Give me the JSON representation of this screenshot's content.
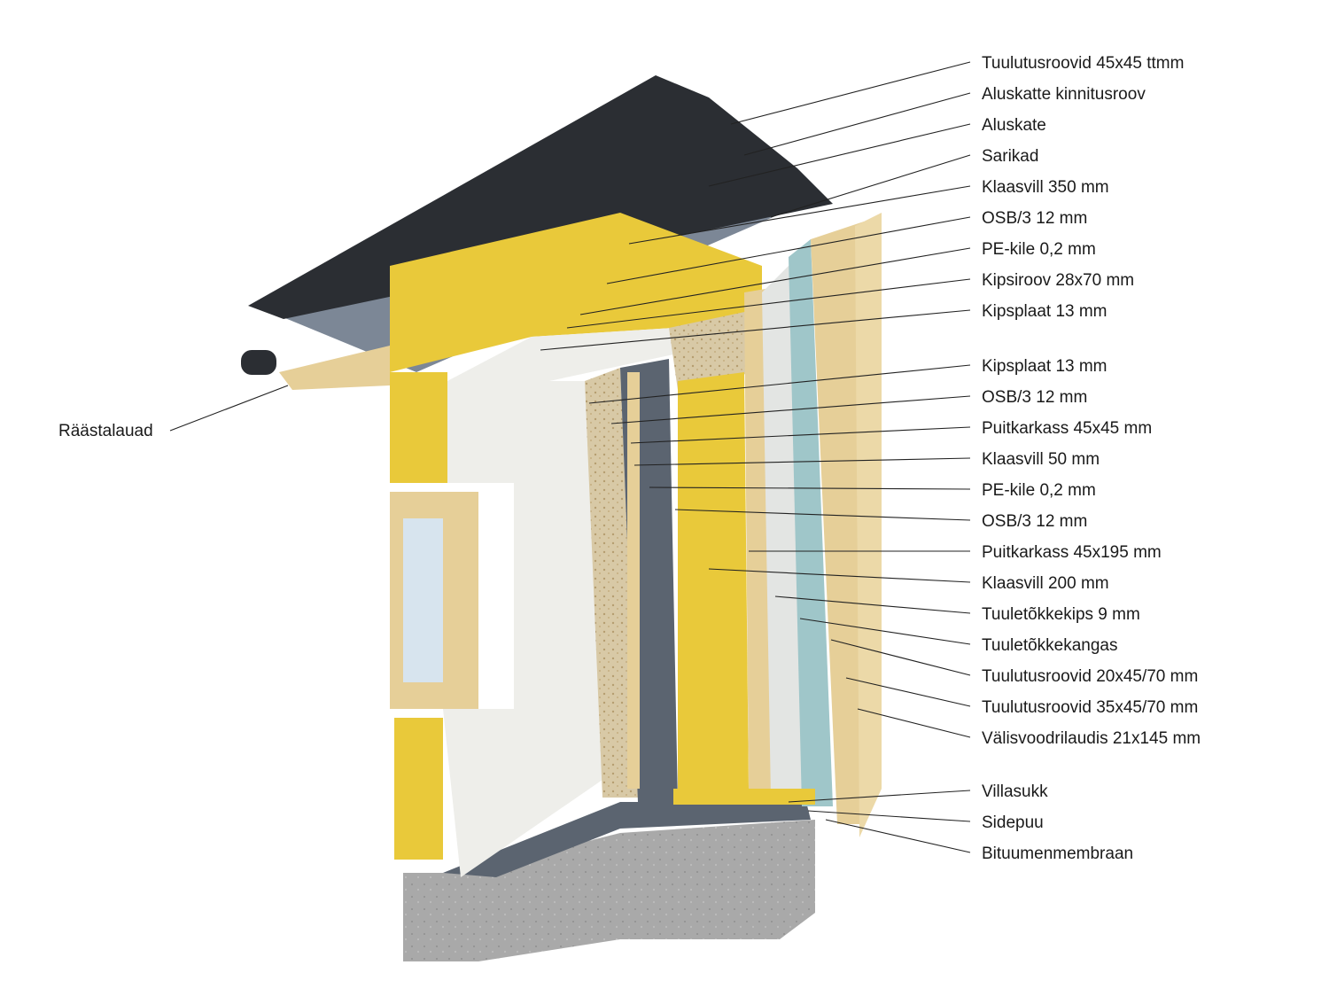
{
  "labels_right": [
    "Tuulutusroovid 45x45 ttmm",
    "Aluskatte kinnitusroov",
    "Aluskate",
    "Sarikad",
    "Klaasvill 350 mm",
    "OSB/3 12 mm",
    "PE-kile 0,2 mm",
    "Kipsiroov 28x70 mm",
    "Kipsplaat 13 mm",
    "Kipsplaat 13 mm",
    "OSB/3 12 mm",
    "Puitkarkass 45x45 mm",
    "Klaasvill 50 mm",
    "PE-kile 0,2 mm",
    "OSB/3 12 mm",
    "Puitkarkass 45x195 mm",
    "Klaasvill 200 mm",
    "Tuuletõkkekips 9 mm",
    "Tuuletõkkekangas",
    "Tuulutusroovid 20x45/70 mm",
    "Tuulutusroovid 35x45/70 mm",
    "Välisvoodrilaudis 21x145 mm",
    "Villasukk",
    "Sidepuu",
    "Bituumenmembraan"
  ],
  "label_left": "Räästalauad",
  "colors": {
    "insulation": "#e9c93a",
    "timber": "#e6cf98",
    "roof_tile": "#2b2e33",
    "membrane_grey": "#5b6470",
    "gypsum": "#eeeeea",
    "osb": "#d8c9a6",
    "wind_barrier": "#9fc6c9",
    "concrete": "#a9a9a9"
  }
}
